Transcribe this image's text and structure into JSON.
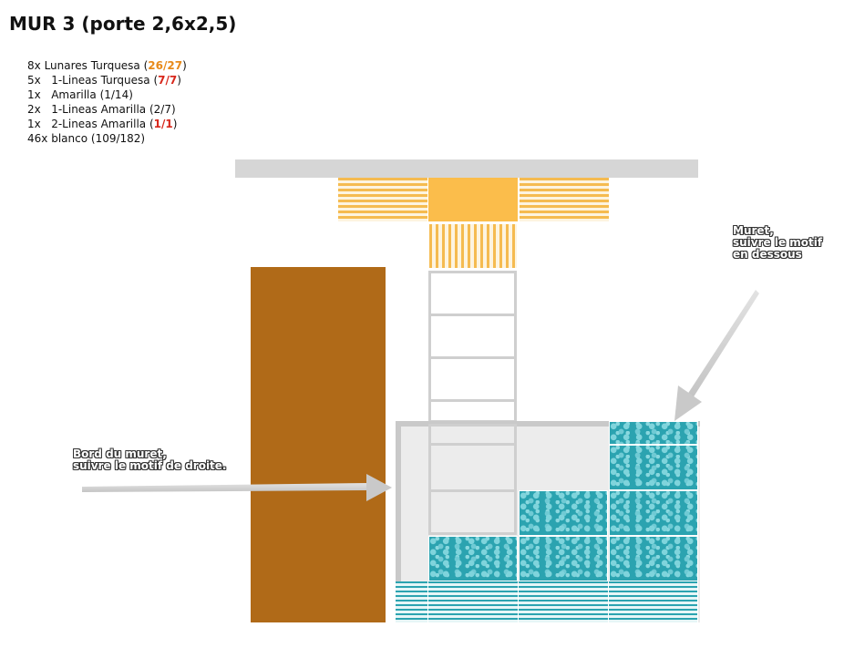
{
  "title": "MUR 3 (porte 2,6x2,5)",
  "legend": [
    {
      "qty": "8x",
      "label": "Lunares Turquesa",
      "count": "26/27",
      "highlight": "orange"
    },
    {
      "qty": "5x",
      "label": "1-Lineas Turquesa",
      "count": "7/7",
      "highlight": "red"
    },
    {
      "qty": "1x",
      "label": "Amarilla",
      "count": "1/14",
      "highlight": "none"
    },
    {
      "qty": "2x",
      "label": "1-Lineas Amarilla",
      "count": "2/7",
      "highlight": "none"
    },
    {
      "qty": "1x",
      "label": "2-Lineas Amarilla",
      "count": "1/1",
      "highlight": "red"
    },
    {
      "qty": "46x",
      "label": "blanco",
      "count": "109/182",
      "highlight": "none"
    }
  ],
  "notes": {
    "muret": "Muret,\nsuivre le motif\nen dessous",
    "bord": "Bord du muret,\nsuivre le motif de droite."
  },
  "colors": {
    "door": "#b06a18",
    "yellow": "#f5bb50",
    "turquoise": "#2ba3b0",
    "ceiling": "#d6d6d6",
    "muret": "#ececec"
  }
}
